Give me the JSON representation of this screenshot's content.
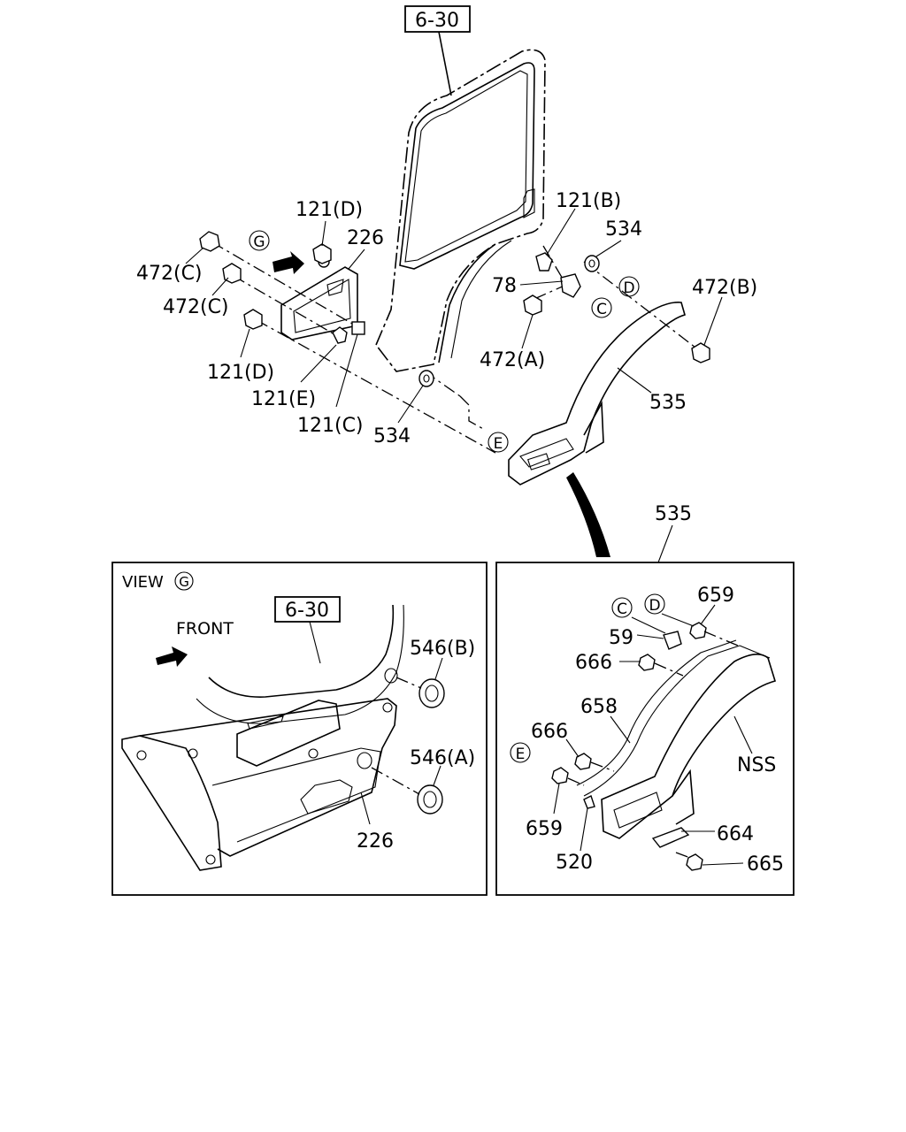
{
  "top_ref": "6-30",
  "callouts_top": {
    "p121D_top": "121(D)",
    "p226_top": "226",
    "p472C_a": "472(C)",
    "p472C_b": "472(C)",
    "p121D_bot": "121(D)",
    "p121E": "121(E)",
    "p121C": "121(C)",
    "p534_bot": "534",
    "p121B": "121(B)",
    "p534_top": "534",
    "p78": "78",
    "p472A": "472(A)",
    "p472B": "472(B)",
    "p535": "535"
  },
  "circle_marks": {
    "G_top": "G",
    "D_top": "D",
    "C_top": "C",
    "E_top": "E"
  },
  "view_g": {
    "title": "VIEW",
    "title_mark": "G",
    "ref": "6-30",
    "front_label": "FRONT",
    "p546B": "546(B)",
    "p546A": "546(A)",
    "p226": "226"
  },
  "detail_535": {
    "header": "535",
    "mark_C": "C",
    "mark_D": "D",
    "mark_E": "E",
    "p659_top": "659",
    "p59": "59",
    "p666_a": "666",
    "p658": "658",
    "p666_b": "666",
    "p659_bot": "659",
    "pNSS": "NSS",
    "p520": "520",
    "p664": "664",
    "p665": "665"
  }
}
